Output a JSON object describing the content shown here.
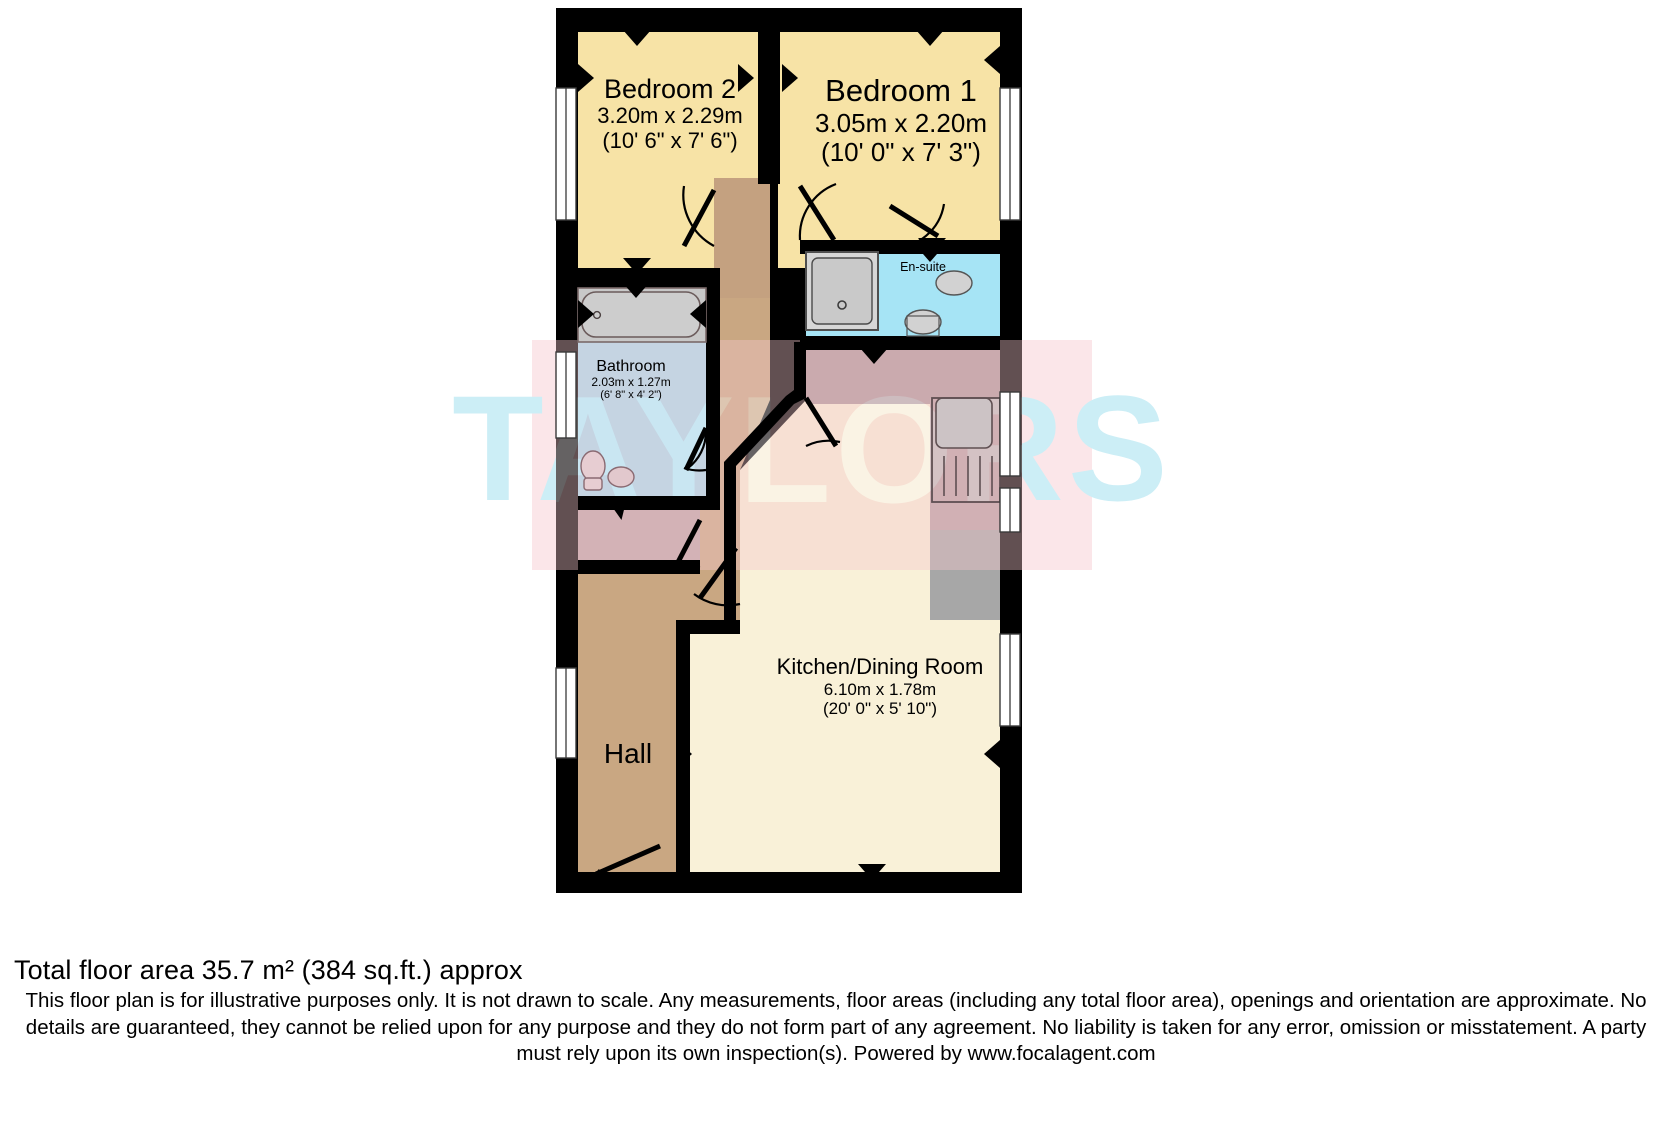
{
  "document": {
    "type": "floor-plan",
    "watermark": "TAYLORS",
    "total_area_text": "Total floor area 35.7 m² (384 sq.ft.) approx",
    "disclaimer": "This floor plan is for illustrative purposes only. It is not drawn to scale. Any measurements, floor areas (including any total floor area), openings and orientation are approximate. No details are guaranteed, they cannot be relied upon for any purpose and they do not form part of any agreement. No liability is taken for any error, omission or misstatement. A party must rely upon its own inspection(s). Powered by www.focalagent.com"
  },
  "rooms": [
    {
      "id": "bedroom2",
      "name": "Bedroom 2",
      "dim_metric": "3.20m x 2.29m",
      "dim_imperial": "(10' 6\" x 7' 6\")",
      "fill": "#f7e3a6"
    },
    {
      "id": "bedroom1",
      "name": "Bedroom 1",
      "dim_metric": "3.05m x 2.20m",
      "dim_imperial": "(10' 0\" x 7' 3\")",
      "fill": "#f7e3a6"
    },
    {
      "id": "bathroom",
      "name": "Bathroom",
      "dim_metric": "2.03m x 1.27m",
      "dim_imperial": "(6' 8\" x 4' 2\")",
      "fill": "#a6dcf0"
    },
    {
      "id": "ensuite",
      "name": "En-suite",
      "dim_metric": "",
      "dim_imperial": "",
      "fill": "#a6e4f5"
    },
    {
      "id": "kitchen",
      "name": "Kitchen/Dining Room",
      "dim_metric": "6.10m x 1.78m",
      "dim_imperial": "(20' 0\" x 5' 10\")",
      "fill": "#f9f1d8"
    },
    {
      "id": "hall",
      "name": "Hall",
      "dim_metric": "",
      "dim_imperial": "",
      "fill": "#c9a782"
    }
  ],
  "colors": {
    "wall": "#000000",
    "bedroom_fill": "#f7e3a6",
    "bathroom_fill": "#a6dcf0",
    "ensuite_fill": "#a6e4f5",
    "kitchen_fill": "#f9f1d8",
    "hall_fill": "#c9a782",
    "cupboard_fill": "#bda3a6",
    "fixture_fill": "#c8c8c8",
    "watermark_pink": "#f8dfe2",
    "watermark_cyan": "#bfe8f2"
  },
  "fixtures": [
    {
      "name": "bath",
      "room": "bathroom"
    },
    {
      "name": "toilet",
      "room": "bathroom"
    },
    {
      "name": "basin",
      "room": "bathroom"
    },
    {
      "name": "shower-tray",
      "room": "ensuite"
    },
    {
      "name": "toilet",
      "room": "ensuite"
    },
    {
      "name": "basin",
      "room": "ensuite"
    },
    {
      "name": "sink",
      "room": "kitchen"
    },
    {
      "name": "hob",
      "room": "kitchen"
    },
    {
      "name": "worktop",
      "room": "kitchen"
    }
  ]
}
